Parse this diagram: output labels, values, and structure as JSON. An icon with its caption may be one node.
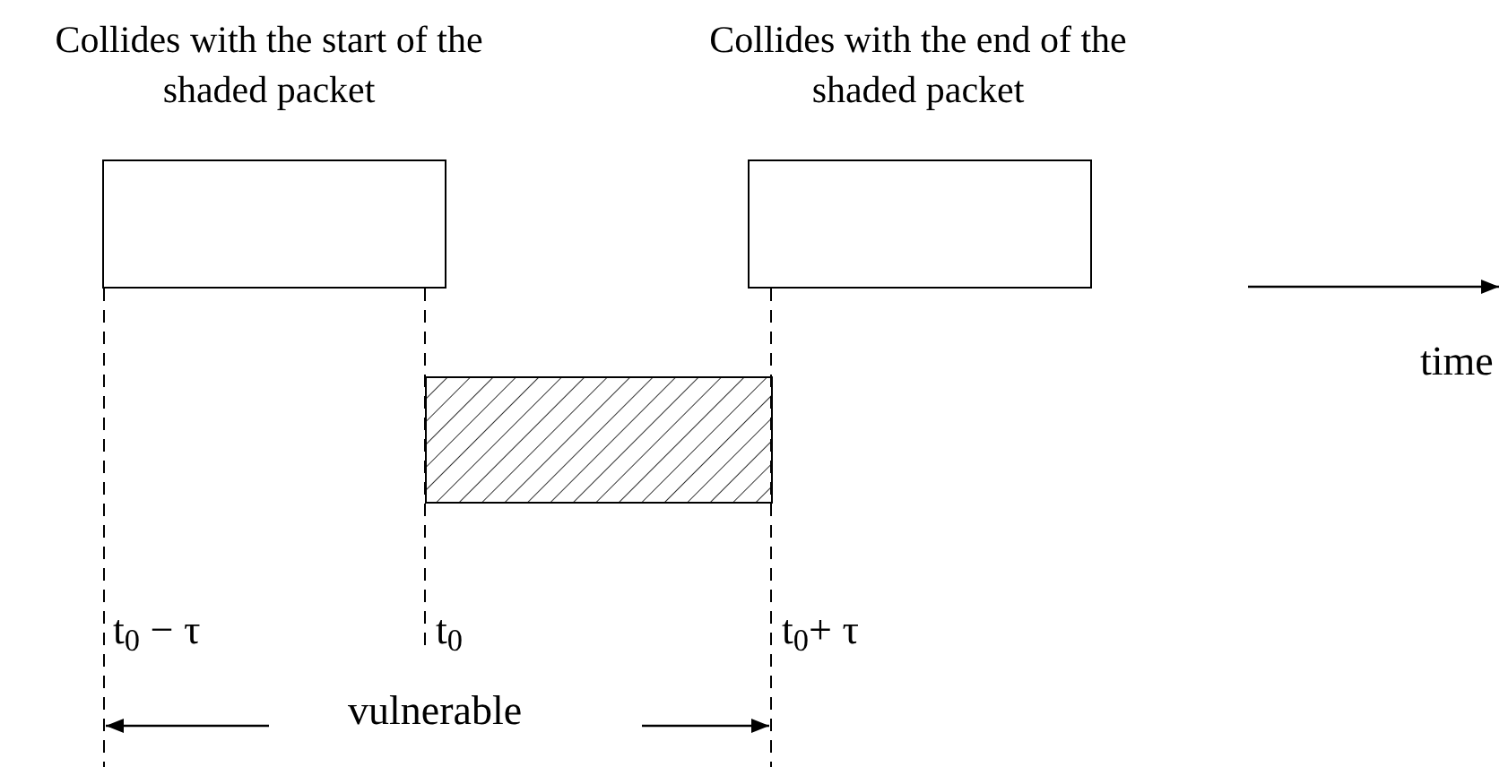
{
  "diagram": {
    "nodes": [
      {
        "text": [
          "Collides with the start of the shaded packet"
        ]
      },
      {
        "text": [
          "Collides with the end of the shaded packet"
        ]
      },
      {
        "text": [],
        "shape": "box"
      }
    ],
    "labels": [
      "time",
      "t$_{0}$ − τ",
      "t$_{0}$",
      "t$_{0}$+ τ",
      "vulnerable"
    ]
  }
}
